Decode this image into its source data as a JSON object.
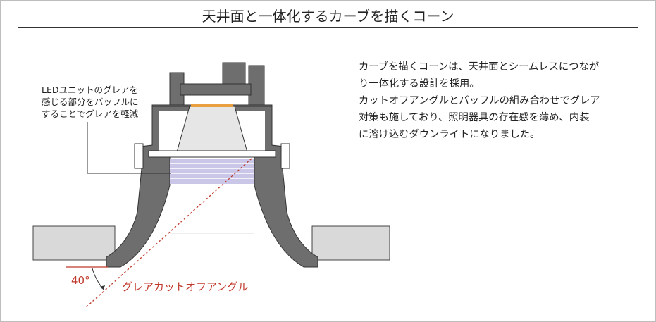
{
  "title": "天井面と一体化するカーブを描くコーン",
  "description": {
    "lines": [
      "カーブを描くコーンは、天井面とシームレスにつなが",
      "り一体化する設計を採用。",
      "カットオフアングルとバッフルの組み合わせでグレア",
      "対策も施しており、照明器具の存在感を薄め、内装",
      "に溶け込むダウンライトになりました。"
    ]
  },
  "annotation": {
    "lines": [
      "LEDユニットのグレアを",
      "感じる部分をバッフルに",
      "することでグレアを軽減"
    ]
  },
  "angle": {
    "value_label": "40°",
    "caption": "グレアカットオフアングル"
  },
  "colors": {
    "accent_red": "#c0392b",
    "body_gray": "#6e6e6e",
    "ceiling_gray": "#d9d9d9",
    "baffle_lavender": "#c9c6e8",
    "led_orange": "#e8a040"
  }
}
